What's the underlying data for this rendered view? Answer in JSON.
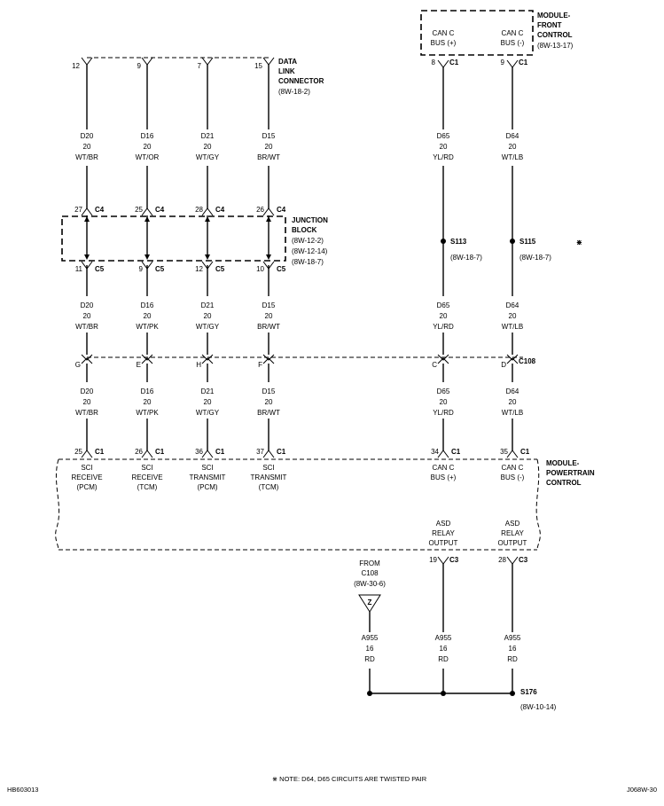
{
  "modules": {
    "front_control": {
      "l1": "MODULE-",
      "l2": "FRONT",
      "l3": "CONTROL",
      "ref": "(8W-13-17)"
    },
    "data_link": {
      "l1": "DATA",
      "l2": "LINK",
      "l3": "CONNECTOR",
      "ref": "(8W-18-2)"
    },
    "junction_block": {
      "l1": "JUNCTION",
      "l2": "BLOCK",
      "refs": [
        "(8W-12-2)",
        "(8W-12-14)",
        "(8W-18-7)"
      ]
    },
    "powertrain": {
      "l1": "MODULE-",
      "l2": "POWERTRAIN",
      "l3": "CONTROL"
    }
  },
  "fcm_pins": [
    {
      "l1": "CAN C",
      "l2": "BUS (+)",
      "pin": "8",
      "conn": "C1"
    },
    {
      "l1": "CAN C",
      "l2": "BUS (-)",
      "pin": "9",
      "conn": "C1"
    }
  ],
  "dlc_pins": [
    "12",
    "9",
    "7",
    "15"
  ],
  "wires_top": [
    {
      "c": "D20",
      "g": "20",
      "col": "WT/BR"
    },
    {
      "c": "D16",
      "g": "20",
      "col": "WT/OR"
    },
    {
      "c": "D21",
      "g": "20",
      "col": "WT/GY"
    },
    {
      "c": "D15",
      "g": "20",
      "col": "BR/WT"
    },
    {
      "c": "D65",
      "g": "20",
      "col": "YL/RD"
    },
    {
      "c": "D64",
      "g": "20",
      "col": "WT/LB"
    }
  ],
  "jb_c4": [
    {
      "pin": "27",
      "conn": "C4"
    },
    {
      "pin": "25",
      "conn": "C4"
    },
    {
      "pin": "28",
      "conn": "C4"
    },
    {
      "pin": "26",
      "conn": "C4"
    }
  ],
  "jb_c5": [
    {
      "pin": "11",
      "conn": "C5"
    },
    {
      "pin": "9",
      "conn": "C5"
    },
    {
      "pin": "12",
      "conn": "C5"
    },
    {
      "pin": "10",
      "conn": "C5"
    }
  ],
  "splices": [
    {
      "name": "S113",
      "ref": "(8W-18-7)"
    },
    {
      "name": "S115",
      "ref": "(8W-18-7)"
    }
  ],
  "twisted_mark": "⋇",
  "wires_mid": [
    {
      "c": "D20",
      "g": "20",
      "col": "WT/BR"
    },
    {
      "c": "D16",
      "g": "20",
      "col": "WT/PK"
    },
    {
      "c": "D21",
      "g": "20",
      "col": "WT/GY"
    },
    {
      "c": "D15",
      "g": "20",
      "col": "BR/WT"
    },
    {
      "c": "D65",
      "g": "20",
      "col": "YL/RD"
    },
    {
      "c": "D64",
      "g": "20",
      "col": "WT/LB"
    }
  ],
  "c108": {
    "pins": [
      "G",
      "E",
      "H",
      "F",
      "C",
      "D"
    ],
    "name": "C108"
  },
  "wires_low": [
    {
      "c": "D20",
      "g": "20",
      "col": "WT/BR"
    },
    {
      "c": "D16",
      "g": "20",
      "col": "WT/PK"
    },
    {
      "c": "D21",
      "g": "20",
      "col": "WT/GY"
    },
    {
      "c": "D15",
      "g": "20",
      "col": "BR/WT"
    },
    {
      "c": "D65",
      "g": "20",
      "col": "YL/RD"
    },
    {
      "c": "D64",
      "g": "20",
      "col": "WT/LB"
    }
  ],
  "pcm_c1": [
    {
      "pin": "25",
      "conn": "C1",
      "l1": "SCI",
      "l2": "RECEIVE",
      "l3": "(PCM)"
    },
    {
      "pin": "26",
      "conn": "C1",
      "l1": "SCI",
      "l2": "RECEIVE",
      "l3": "(TCM)"
    },
    {
      "pin": "36",
      "conn": "C1",
      "l1": "SCI",
      "l2": "TRANSMIT",
      "l3": "(PCM)"
    },
    {
      "pin": "37",
      "conn": "C1",
      "l1": "SCI",
      "l2": "TRANSMIT",
      "l3": "(TCM)"
    },
    {
      "pin": "34",
      "conn": "C1",
      "l1": "CAN C",
      "l2": "BUS (+)",
      "l3": ""
    },
    {
      "pin": "35",
      "conn": "C1",
      "l1": "CAN C",
      "l2": "BUS (-)",
      "l3": ""
    }
  ],
  "pcm_c3": [
    {
      "l1": "ASD",
      "l2": "RELAY",
      "l3": "OUTPUT",
      "pin": "19",
      "conn": "C3"
    },
    {
      "l1": "ASD",
      "l2": "RELAY",
      "l3": "OUTPUT",
      "pin": "28",
      "conn": "C3"
    }
  ],
  "from_c108": {
    "l1": "FROM",
    "l2": "C108",
    "ref": "(8W-30-6)",
    "tag": "Z"
  },
  "asd_wires": [
    {
      "c": "A955",
      "g": "16",
      "col": "RD"
    },
    {
      "c": "A955",
      "g": "16",
      "col": "RD"
    },
    {
      "c": "A955",
      "g": "16",
      "col": "RD"
    }
  ],
  "s176": {
    "name": "S176",
    "ref": "(8W-10-14)"
  },
  "footer": {
    "left": "HB603013",
    "note": "⋇ NOTE: D64, D65  CIRCUITS ARE TWISTED PAIR",
    "right": "J068W-30"
  }
}
